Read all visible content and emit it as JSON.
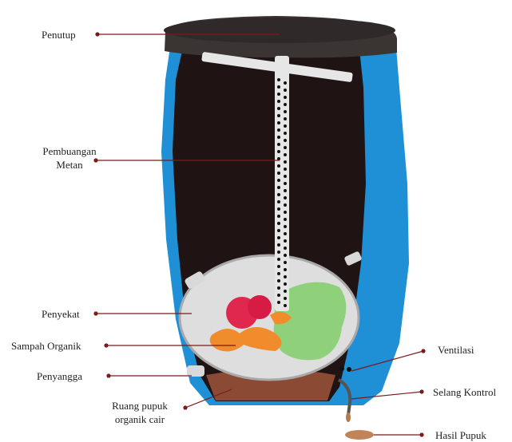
{
  "labels": {
    "penutup": "Penutup",
    "pembuangan_metan_line1": "Pembuangan",
    "pembuangan_metan_line2": "Metan",
    "penyekat": "Penyekat",
    "sampah_organik": "Sampah Organik",
    "penyangga": "Penyangga",
    "ruang_pupuk_line1": "Ruang pupuk",
    "ruang_pupuk_line2": "organik cair",
    "ventilasi": "Ventilasi",
    "selang_kontrol": "Selang Kontrol",
    "hasil_pupuk": "Hasil Pupuk"
  },
  "colors": {
    "barrel_interior": "#1f1413",
    "barrel_blue": "#1f8fd6",
    "lid": "#3a3433",
    "pipe": "#e6e6e6",
    "pipe_holes": "#111111",
    "separator": "#dedede",
    "separator_rim": "#a9a9a9",
    "liquid": "#8b4a34",
    "leader_line": "#7a1a1a",
    "waste_red": "#e0284f",
    "waste_orange": "#f08c2c",
    "waste_green": "#8fd07a"
  }
}
